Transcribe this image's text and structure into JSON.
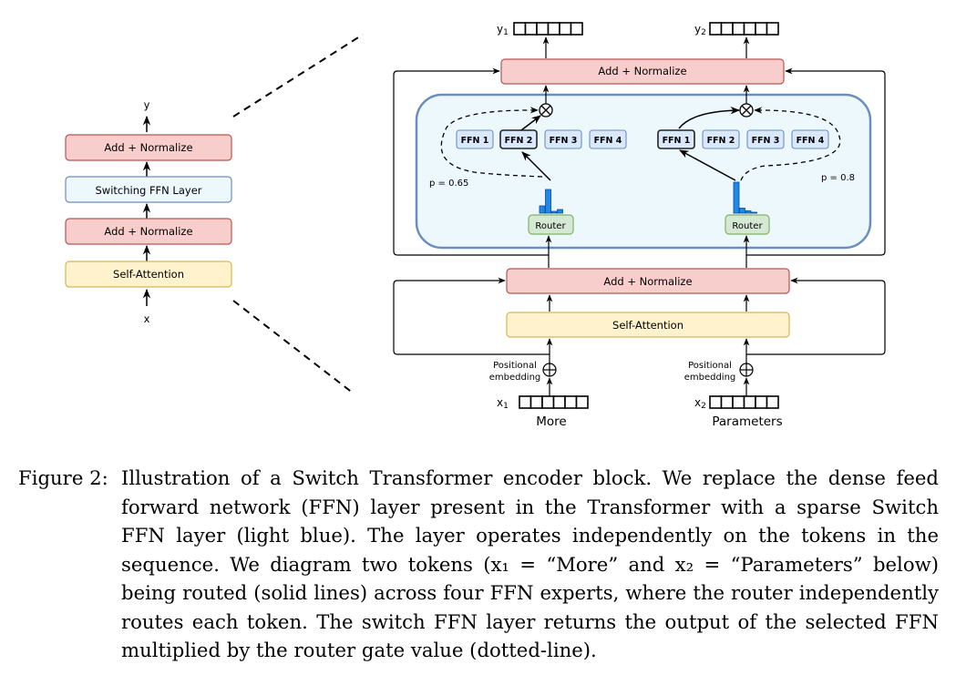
{
  "figure": {
    "left_stack": {
      "output_label": "y",
      "input_label": "x",
      "blocks": [
        {
          "label": "Add + Normalize",
          "kind": "norm"
        },
        {
          "label": "Switching FFN Layer",
          "kind": "switch"
        },
        {
          "label": "Add + Normalize",
          "kind": "norm"
        },
        {
          "label": "Self-Attention",
          "kind": "attn"
        }
      ]
    },
    "right_detail": {
      "top_norm_label": "Add + Normalize",
      "bottom_norm_label": "Add + Normalize",
      "attention_label": "Self-Attention",
      "outputs": [
        {
          "label": "y",
          "sub": "1"
        },
        {
          "label": "y",
          "sub": "2"
        }
      ],
      "inputs": [
        {
          "label": "x",
          "sub": "1",
          "word": "More"
        },
        {
          "label": "x",
          "sub": "2",
          "word": "Parameters"
        }
      ],
      "positional_embedding": [
        "Positional",
        "embedding"
      ],
      "tokens": [
        {
          "router_label": "Router",
          "gate_label": "p = 0.65",
          "experts": [
            "FFN 1",
            "FFN 2",
            "FFN 3",
            "FFN 4"
          ],
          "selected_expert": "FFN 2",
          "router_probs": [
            0.2,
            0.65,
            0.05,
            0.1
          ]
        },
        {
          "router_label": "Router",
          "gate_label": "p = 0.8",
          "experts": [
            "FFN 1",
            "FFN 2",
            "FFN 3",
            "FFN 4"
          ],
          "selected_expert": "FFN 1",
          "router_probs": [
            0.8,
            0.13,
            0.06,
            0.01
          ]
        }
      ]
    },
    "colors": {
      "norm_fill": "#f8cecc",
      "norm_stroke": "#b85450",
      "switch_fill": "#edf8fd",
      "switch_stroke": "#6c8ebf",
      "attn_fill": "#fff2cc",
      "attn_stroke": "#d6b656",
      "router_fill": "#d5e8d4",
      "router_stroke": "#82b366",
      "ffn_fill": "#dae8fc",
      "ffn_stroke": "#6c8ebf",
      "bar_fill": "#1e88e5"
    }
  },
  "caption": {
    "label": "Figure 2:",
    "lines": [
      "Illustration of a Switch Transformer encoder block.  We replace the dense feed",
      "forward network (FFN) layer present in the Transformer with a sparse Switch",
      "FFN layer (light blue).  The layer operates independently on the tokens in the",
      "sequence. We diagram two tokens (x₁ = “More” and x₂ = “Parameters” below)",
      "being routed (solid lines) across four FFN experts, where the router independently",
      "routes each token. The switch FFN layer returns the output of the selected FFN",
      "multiplied by the router gate value (dotted-line)."
    ]
  }
}
